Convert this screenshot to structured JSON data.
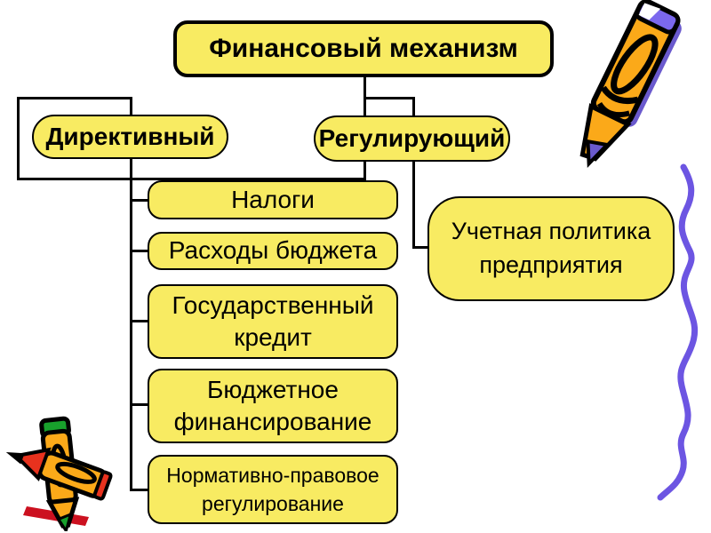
{
  "slide": {
    "title": "Финансовый механизм",
    "branches": [
      {
        "label": "Директивный",
        "children": [
          {
            "label": "Налоги"
          },
          {
            "label": "Расходы бюджета"
          },
          {
            "label": "Государственный кредит"
          },
          {
            "label": "Бюджетное финансирование"
          },
          {
            "label": "Нормативно-правовое регулирование"
          }
        ]
      },
      {
        "label": "Регулирующий",
        "children": [
          {
            "label": "Учетная политика предприятия"
          }
        ]
      }
    ],
    "colors": {
      "node_fill": "#F8EB62",
      "node_border": "#000000",
      "connector": "#000000",
      "squiggle_purple": "#6C55E2",
      "pencil_orange": "#FBA919",
      "pencil_purple": "#6A5ACD",
      "pencil_red": "#E8321E",
      "pencil_green": "#18A02C",
      "background": "#FFFFFF"
    },
    "decorations": [
      {
        "name": "pencil-top-right-icon"
      },
      {
        "name": "squiggle-line-icon"
      },
      {
        "name": "crayons-bottom-left-icon"
      }
    ]
  }
}
